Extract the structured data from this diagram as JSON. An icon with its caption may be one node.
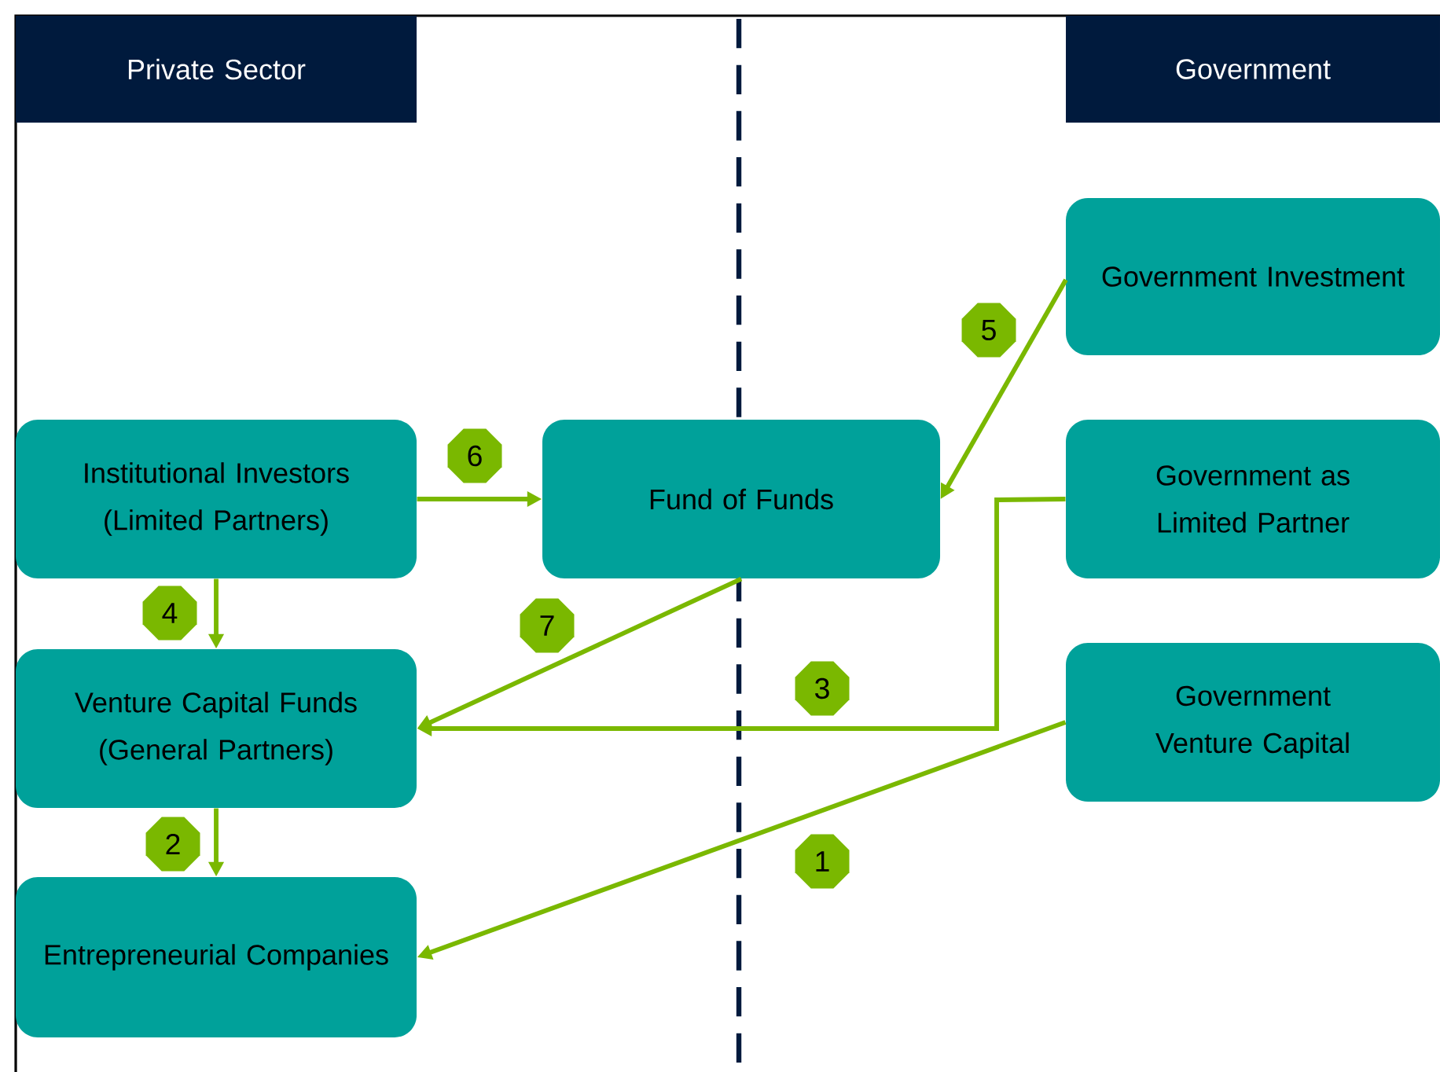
{
  "diagram": {
    "nodes": [
      {
        "text": [
          "Private Sector"
        ]
      },
      {
        "text": [
          "Government"
        ]
      },
      {
        "text": [
          "Government Investment"
        ]
      },
      {
        "text": [
          "Institutional Investors (Limited Partners)"
        ]
      },
      {
        "text": [
          "Fund of Funds"
        ]
      },
      {
        "text": [
          "Government as Limited Partner"
        ]
      },
      {
        "text": [
          "Venture Capital Funds (General Partners)"
        ]
      },
      {
        "text": [
          "Government Venture Capital"
        ]
      },
      {
        "text": [
          "Entrepreneurial Companies"
        ]
      }
    ],
    "edges": [
      {
        "from": 7,
        "to": 8,
        "arrow": "to",
        "label": "1"
      },
      {
        "from": 6,
        "to": 8,
        "arrow": "to",
        "label": "2"
      },
      {
        "from": 5,
        "to": 6,
        "arrow": "to",
        "label": "3"
      },
      {
        "from": 3,
        "to": 6,
        "arrow": "to",
        "label": "4"
      },
      {
        "from": 2,
        "to": 4,
        "arrow": "to",
        "label": "5"
      },
      {
        "from": 3,
        "to": 4,
        "arrow": "to",
        "label": "6"
      },
      {
        "from": 4,
        "to": 6,
        "arrow": "to",
        "label": "7"
      }
    ]
  }
}
